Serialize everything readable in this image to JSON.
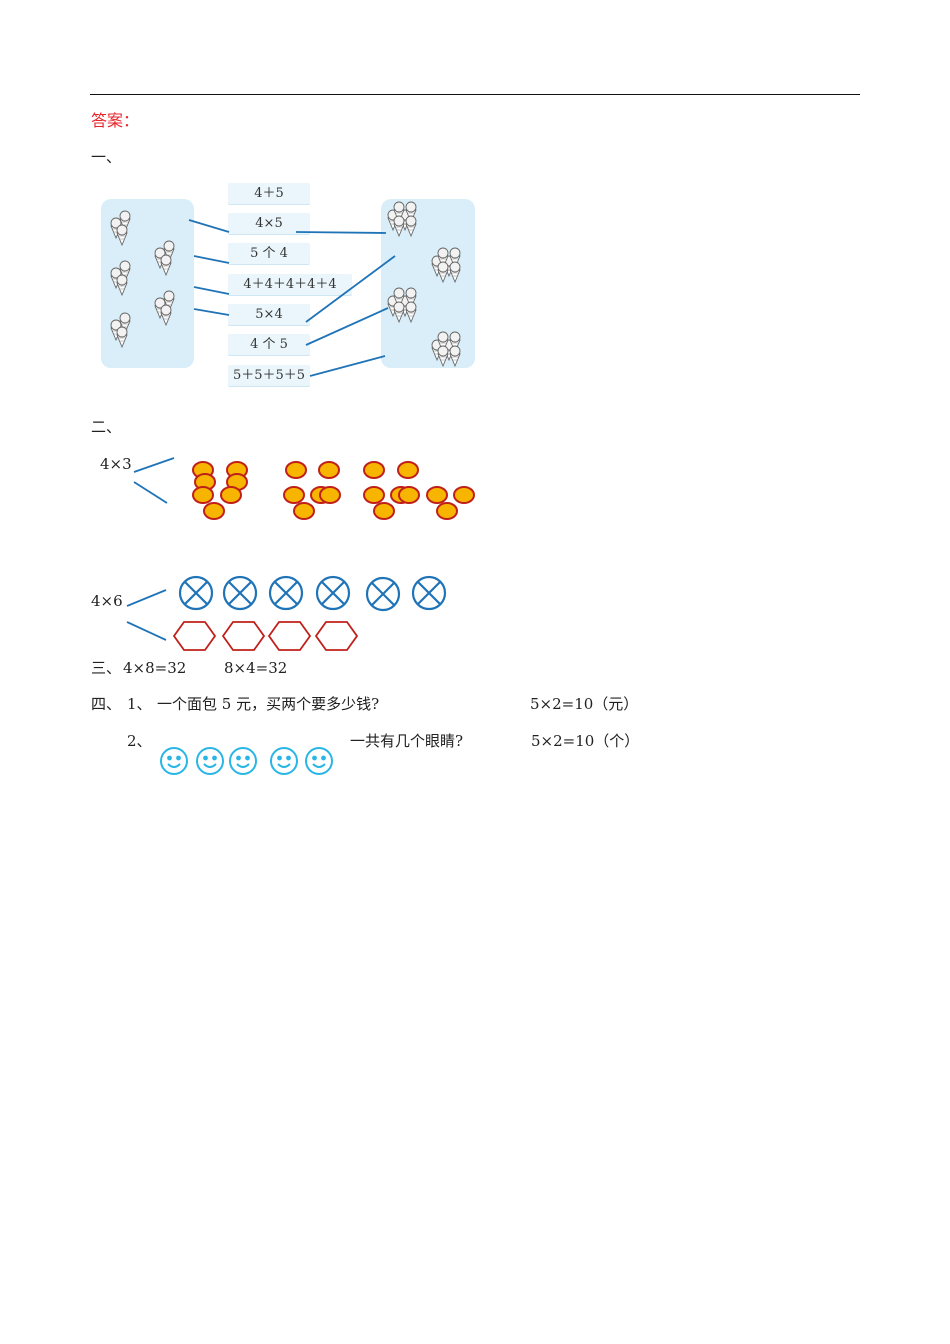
{
  "answer_title": "答案：",
  "sec1": {
    "label": "一、",
    "cards": [
      "4＋5",
      "4×5",
      "5 个 4",
      "4＋4＋4＋4＋4",
      "5×4",
      "4 个 5",
      "5＋5＋5＋5"
    ]
  },
  "sec2": {
    "label": "二、",
    "expr1": "4×3",
    "expr2": "4×6"
  },
  "sec3": {
    "label": "三、",
    "eq1": "4×8=32",
    "eq2": "8×4=32"
  },
  "sec4": {
    "label": "四、",
    "q1": {
      "num": "1、",
      "text": "一个面包 5 元，买两个要多少钱?",
      "answer": "5×2=10（元）"
    },
    "q2": {
      "num": "2、",
      "text": "一共有几个眼睛?",
      "answer": "5×2=10（个）"
    }
  },
  "colors": {
    "title_red": "#e8242b",
    "line_blue": "#1f73b7",
    "panel_blue": "#d9eef8",
    "circle_fill": "#f7b500",
    "circle_stroke": "#c0201a",
    "hex_stroke": "#c0201a",
    "smile": "#29b6e6"
  },
  "icons": [
    "ice-cream-cone-icon",
    "cross-circle-icon",
    "hexagon-icon",
    "smiley-face-icon"
  ]
}
